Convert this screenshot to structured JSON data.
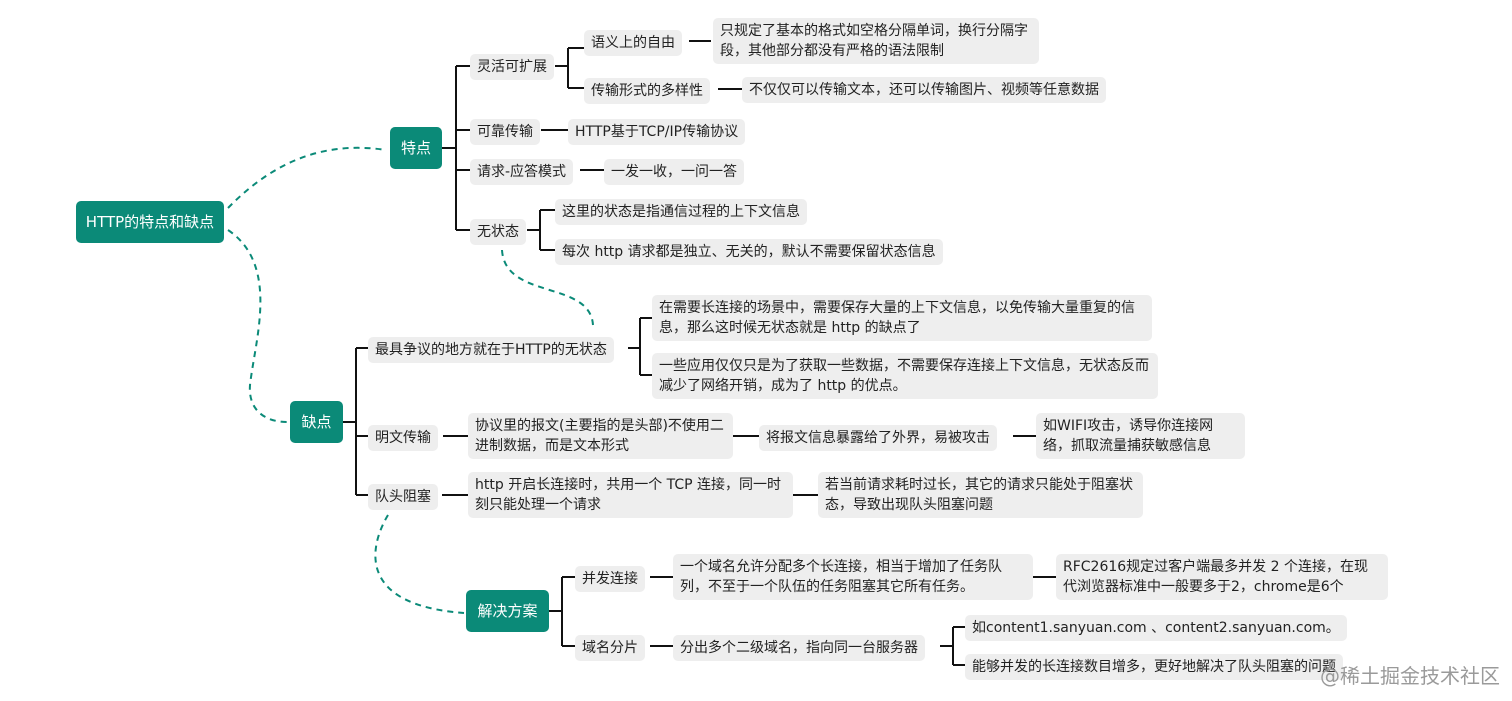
{
  "colors": {
    "main_node": "#0b8a78",
    "leaf_bg": "#eeeeee",
    "connector": "#111111",
    "dashed_arrow": "#0b8a78"
  },
  "root": "HTTP的特点和缺点",
  "features": {
    "title": "特点",
    "flexible": {
      "label": "灵活可扩展",
      "semantic": {
        "label": "语义上的自由",
        "desc": "只规定了基本的格式如空格分隔单词，换行分隔字段，其他部分都没有严格的语法限制"
      },
      "transport": {
        "label": "传输形式的多样性",
        "desc": "不仅仅可以传输文本，还可以传输图片、视频等任意数据"
      }
    },
    "reliable": {
      "label": "可靠传输",
      "desc": "HTTP基于TCP/IP传输协议"
    },
    "request_response": {
      "label": "请求-应答模式",
      "desc": "一发一收，一问一答"
    },
    "stateless": {
      "label": "无状态",
      "desc1": "这里的状态是指通信过程的上下文信息",
      "desc2": "每次 http 请求都是独立、无关的，默认不需要保留状态信息"
    }
  },
  "drawbacks": {
    "title": "缺点",
    "stateless_issue": {
      "label": "最具争议的地方就在于HTTP的无状态",
      "desc1": "在需要长连接的场景中，需要保存大量的上下文信息，以免传输大量重复的信息，那么这时候无状态就是 http 的缺点了",
      "desc2": "一些应用仅仅只是为了获取一些数据，不需要保存连接上下文信息，无状态反而减少了网络开销，成为了 http 的优点。"
    },
    "plaintext": {
      "label": "明文传输",
      "desc": "协议里的报文(主要指的是头部)不使用二进制数据，而是文本形式",
      "effect": "将报文信息暴露给了外界，易被攻击",
      "example": "如WIFI攻击，诱导你连接网络，抓取流量捕获敏感信息"
    },
    "hol_blocking": {
      "label": "队头阻塞",
      "desc": " http 开启长连接时，共用一个 TCP 连接，同一时刻只能处理一个请求",
      "effect": "若当前请求耗时过长，其它的请求只能处于阻塞状态，导致出现队头阻塞问题"
    }
  },
  "solutions": {
    "title": "解决方案",
    "concurrent": {
      "label": "并发连接",
      "desc": "一个域名允许分配多个长连接，相当于增加了任务队列，不至于一个队伍的任务阻塞其它所有任务。",
      "note": "RFC2616规定过客户端最多并发 2 个连接，在现代浏览器标准中一般要多于2，chrome是6个"
    },
    "sharding": {
      "label": "域名分片",
      "desc": "分出多个二级域名，指向同一台服务器",
      "example1": "如content1.sanyuan.com 、content2.sanyuan.com。",
      "example2": "能够并发的长连接数目增多，更好地解决了队头阻塞的问题"
    }
  },
  "watermark": "@稀土掘金技术社区"
}
